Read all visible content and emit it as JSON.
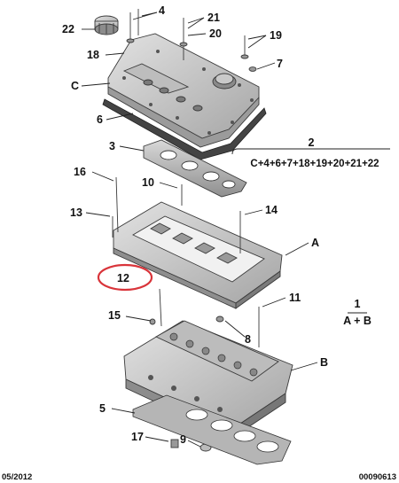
{
  "callouts": {
    "c4": "4",
    "c21": "21",
    "c22": "22",
    "c20": "20",
    "c19": "19",
    "c18": "18",
    "c7": "7",
    "cC": "C",
    "c6": "6",
    "c3": "3",
    "c2": "2",
    "formula2": "C+4+6+7+18+19+20+21+22",
    "c16": "16",
    "c10": "10",
    "c13": "13",
    "c14": "14",
    "cA": "A",
    "c12": "12",
    "c11": "11",
    "c1": "1",
    "formula1": "A + B",
    "c15": "15",
    "c8": "8",
    "cB": "B",
    "c5": "5",
    "c17": "17",
    "c9": "9"
  },
  "footer": {
    "date": "05/2012",
    "ref": "00090613"
  },
  "colors": {
    "highlight_ring": "#d9343a",
    "part_fill": "#d6d6d6",
    "part_shadow": "#a9a9a9",
    "ink": "#111111"
  }
}
